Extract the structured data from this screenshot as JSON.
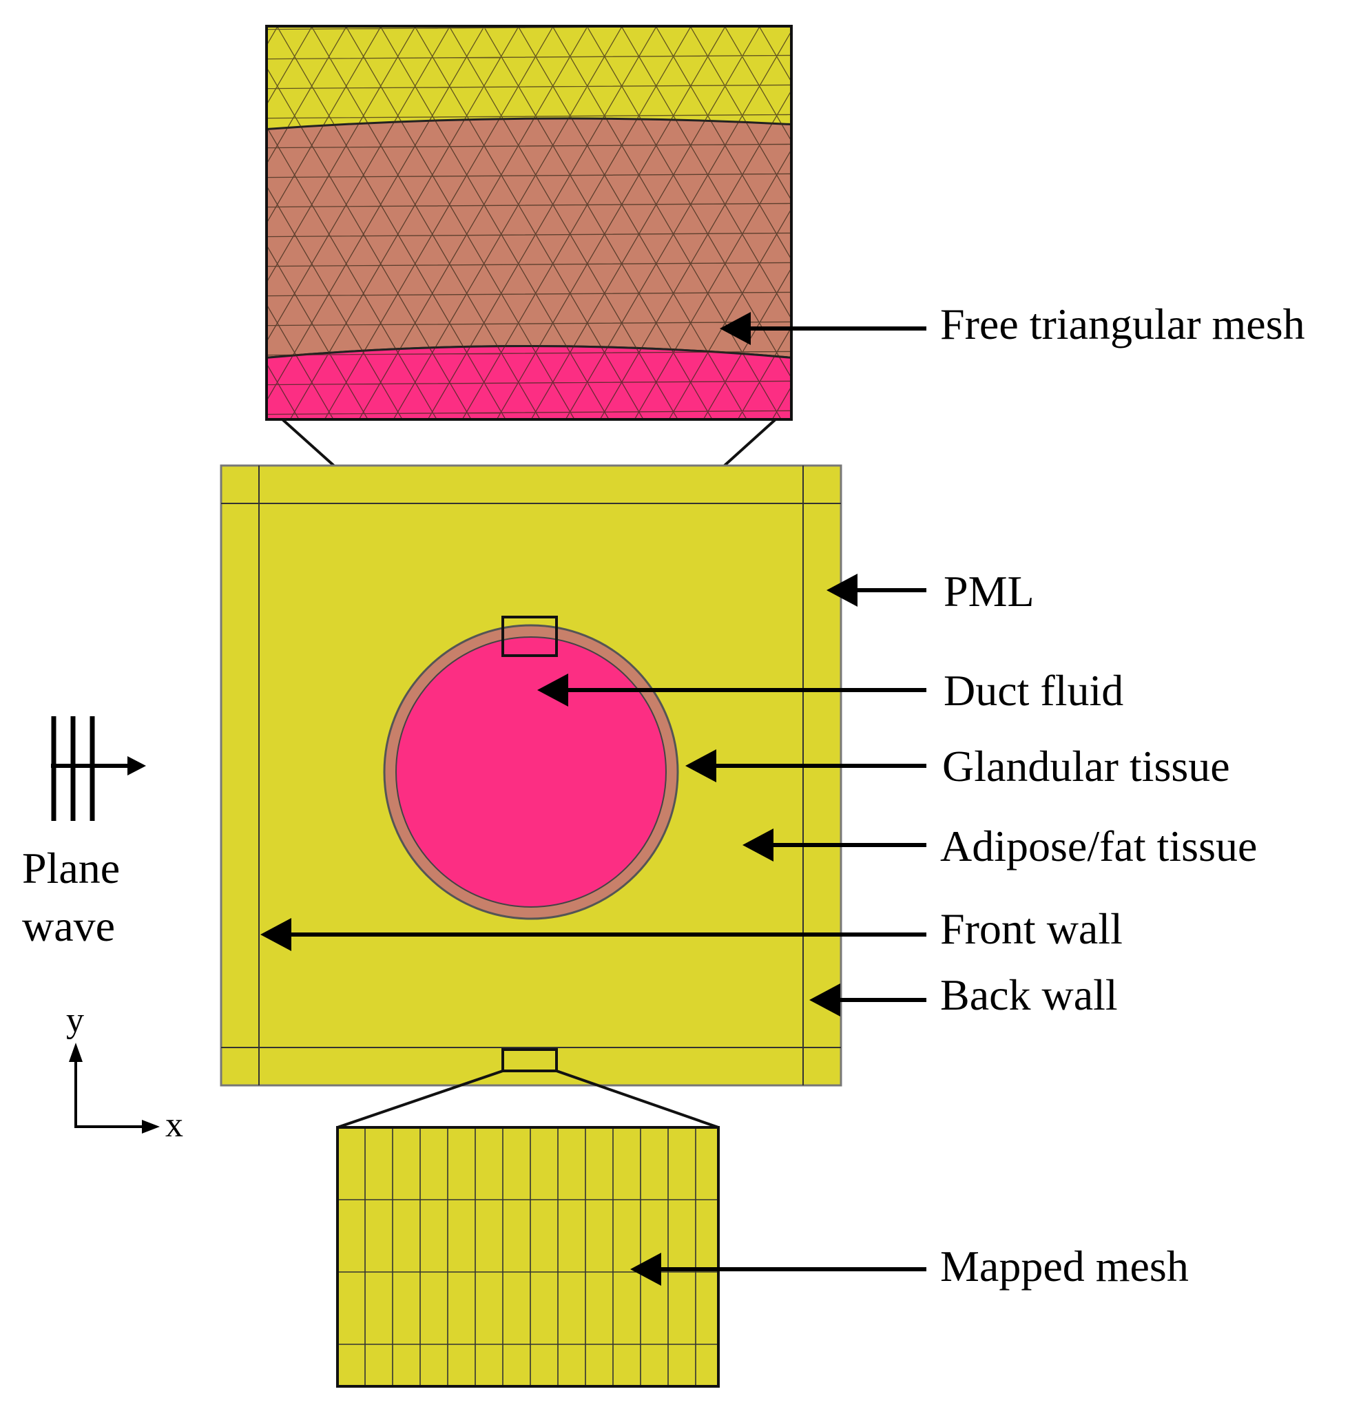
{
  "labels": {
    "free_triangular_mesh": "Free triangular mesh",
    "pml": "PML",
    "duct_fluid": "Duct fluid",
    "glandular_tissue": "Glandular tissue",
    "adipose_fat_tissue": "Adipose/fat tissue",
    "front_wall": "Front wall",
    "back_wall": "Back wall",
    "mapped_mesh": "Mapped mesh",
    "plane_wave_line1": "Plane",
    "plane_wave_line2": "wave",
    "axis_x": "x",
    "axis_y": "y"
  },
  "colors": {
    "pml_adipose": "#dcd62f",
    "glandular": "#c8806a",
    "duct_fluid": "#fc2e83",
    "outline": "#1a1a1a",
    "background": "#ffffff"
  },
  "icons": {
    "plane_wave": "plane-wave-icon",
    "axes": "xy-axes-icon"
  }
}
